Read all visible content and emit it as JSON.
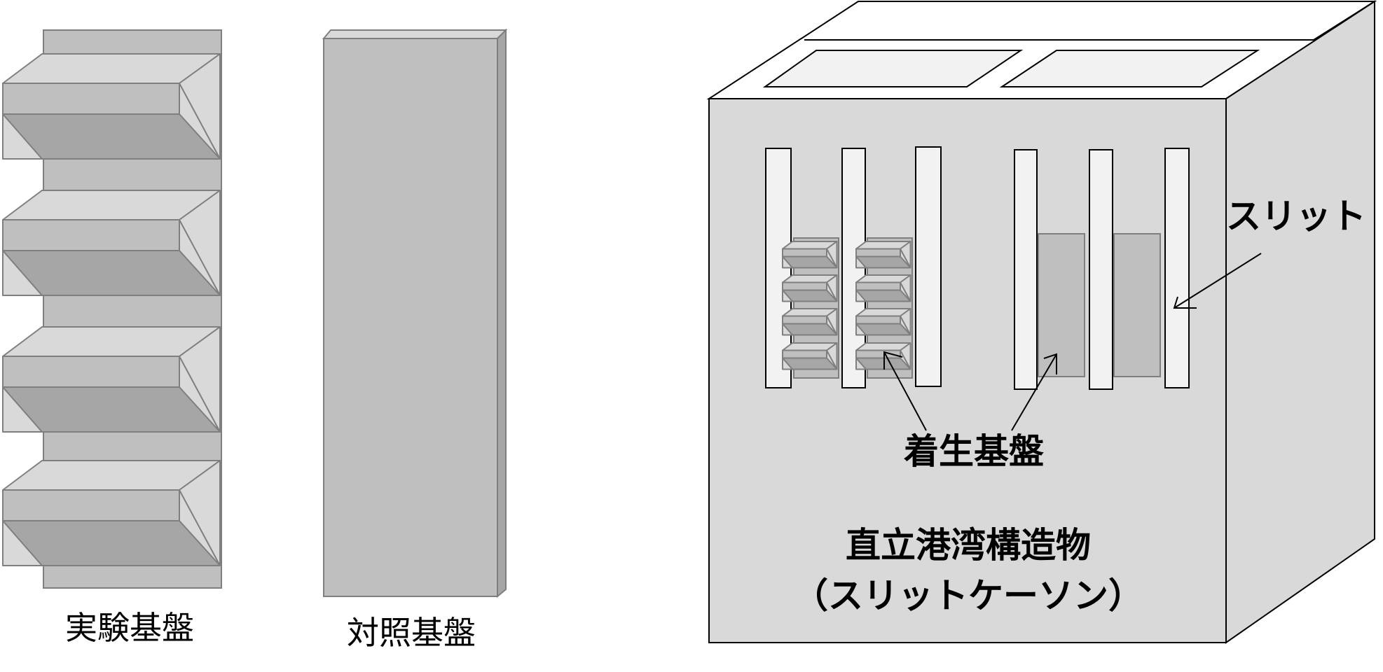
{
  "labels": {
    "experimental_substrate": "実験基盤",
    "control_substrate": "対照基盤",
    "slit": "スリット",
    "attachment_substrate": "着生基盤",
    "structure_line1": "直立港湾構造物",
    "structure_line2": "（スリットケーソン）"
  },
  "colors": {
    "panel_face": "#d9d9d9",
    "panel_light": "#bfbfbf",
    "panel_dark": "#a6a6a6",
    "panel_edge": "#7f7f7f",
    "caisson_face": "#d9d9d9",
    "slit_fill": "#f2f2f2",
    "top_face": "#ffffff",
    "outline": "#000000"
  }
}
